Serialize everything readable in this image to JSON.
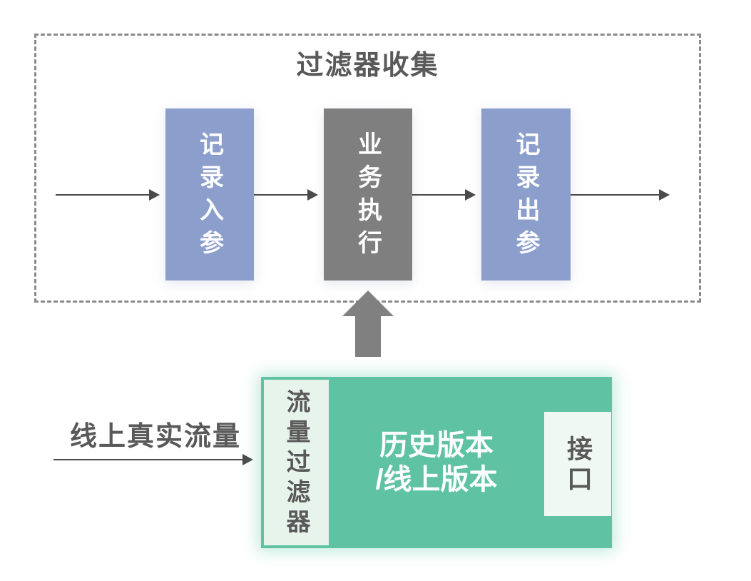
{
  "colors": {
    "node_blue": "#8C9ECB",
    "node_gray": "#7F7F7F",
    "replay_green": "#5FC3A3",
    "filter_panel_bg": "#E7F4EC",
    "interface_bg": "#EFF8F2",
    "text_dark_gray": "#595959",
    "arrow_thin": "#4A4A4A",
    "arrow_thick": "#808080",
    "dashed_border": "#8A8A8A"
  },
  "filter_collection": {
    "title": "过滤器收集",
    "steps": [
      {
        "label": "记录入参"
      },
      {
        "label": "业务执行"
      },
      {
        "label": "记录出参"
      }
    ]
  },
  "traffic_source": {
    "label": "线上真实流量"
  },
  "replay_service": {
    "filter_label": "流量过滤器",
    "version_label": "历史版本\n/线上版本",
    "interface_label": "接口"
  }
}
